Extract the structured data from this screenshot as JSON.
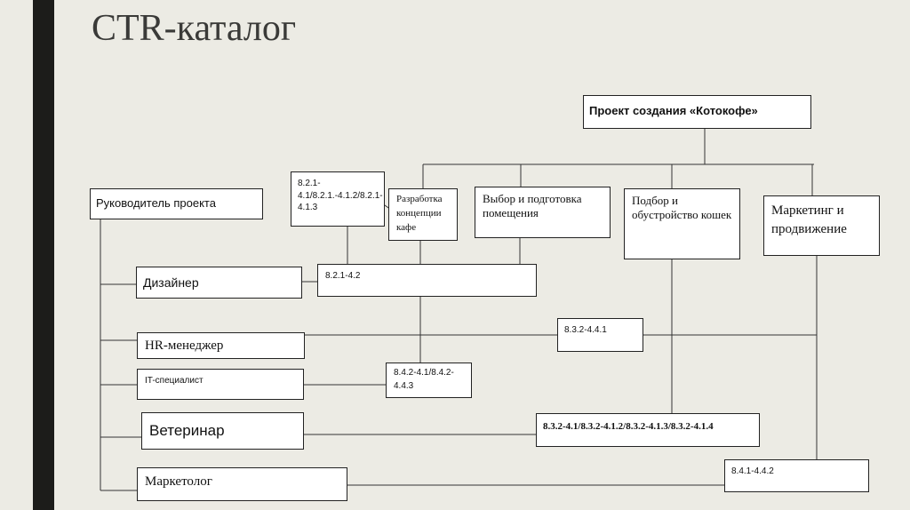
{
  "title": "CTR-каталог",
  "boxes": {
    "project": "Проект создания «Котокофе»",
    "manager": "Руководитель проекта",
    "code_821": "8.2.1-4.1/8.2.1.-4.1.2/8.2.1-4.1.3",
    "concept": "Разработка концепции кафе",
    "premises": "Выбор и подготовка помещения",
    "cats": "Подбор и обустройство кошек",
    "marketing": "Маркетинг и продвижение",
    "designer": "Дизайнер",
    "code_821_42": "8.2.1-4.2",
    "hr": "HR-менеджер",
    "code_832_441": "8.3.2-4.4.1",
    "it": "IT-специалист",
    "code_842": "8.4.2-4.1/8.4.2-4.4.3",
    "vet": "Ветеринар",
    "code_832_vet": "8.3.2-4.1/8.3.2-4.1.2/8.3.2-4.1.3/8.3.2-4.1.4",
    "marketer": "Маркетолог",
    "code_841": "8.4.1-4.4.2"
  }
}
